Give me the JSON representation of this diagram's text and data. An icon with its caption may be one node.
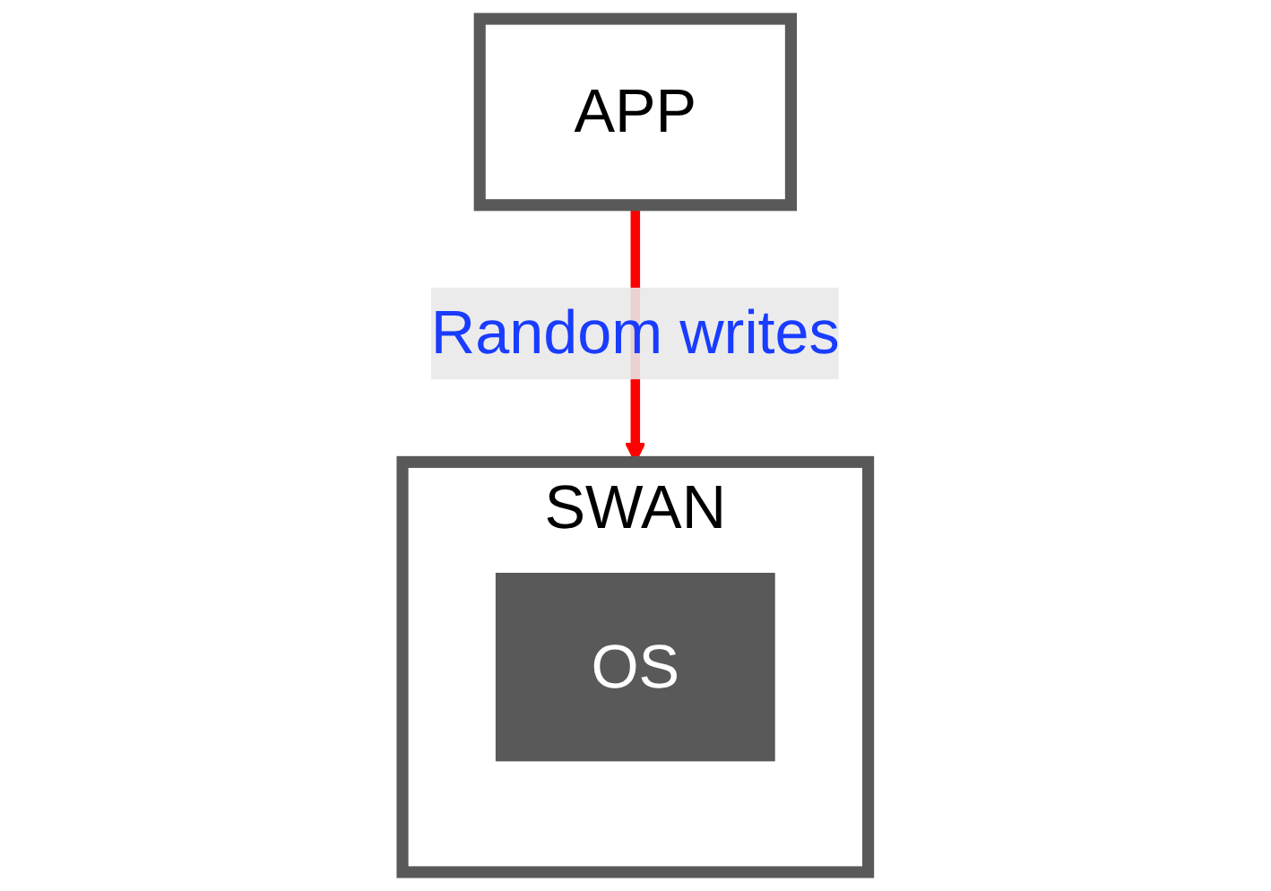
{
  "diagram": {
    "nodes": [
      {
        "text": [
          "APP"
        ]
      },
      {
        "text": [
          "SWAN"
        ]
      },
      {
        "text": [
          "OS"
        ],
        "in": 1
      }
    ],
    "edges": [
      {
        "from": 0,
        "to": 1,
        "arrow": "to",
        "label": "Random writes",
        "color": "#ff0000"
      }
    ]
  }
}
